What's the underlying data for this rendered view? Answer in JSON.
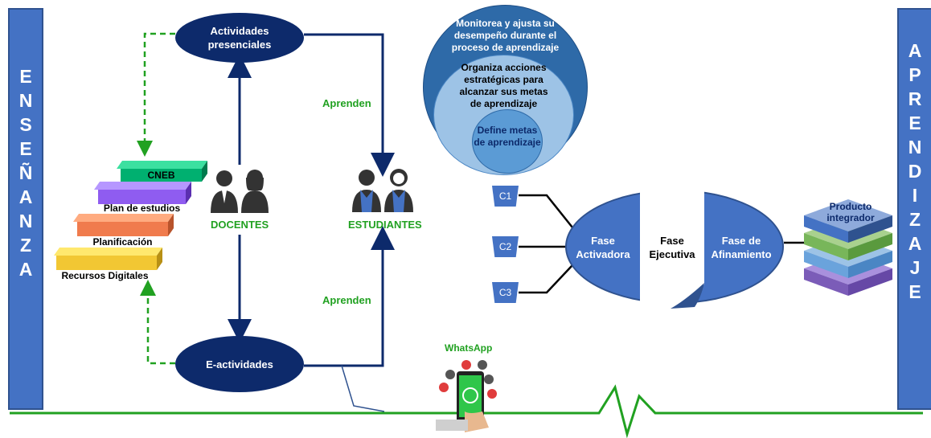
{
  "left_bar": {
    "letters": [
      "E",
      "N",
      "S",
      "E",
      "Ñ",
      "A",
      "N",
      "Z",
      "A"
    ]
  },
  "right_bar": {
    "letters": [
      "A",
      "P",
      "R",
      "E",
      "N",
      "D",
      "I",
      "Z",
      "A",
      "J",
      "E"
    ]
  },
  "nodes": {
    "actividades_presenciales": "Actividades presenciales",
    "e_actividades": "E-actividades",
    "docentes": "DOCENTES",
    "estudiantes": "ESTUDIANTES",
    "aprenden_top": "Aprenden",
    "aprenden_bottom": "Aprenden",
    "whatsapp": "WhatsApp"
  },
  "steps": [
    "CNEB",
    "Plan de estudios",
    "Planificación",
    "Recursos Digitales"
  ],
  "nested_circles": {
    "outer": "Monitorea y ajusta su desempeño durante el proceso de aprendizaje",
    "middle": "Organiza acciones estratégicas para alcanzar sus metas de aprendizaje",
    "inner": "Define metas de aprendizaje"
  },
  "competencias": [
    "C1",
    "C2",
    "C3"
  ],
  "fases": {
    "activadora": "Fase Activadora",
    "ejecutiva": "Fase Ejecutiva",
    "afinamiento": "Fase de Afinamiento"
  },
  "producto": "Producto integrador",
  "colors": {
    "primary_blue": "#4472c4",
    "navy": "#0d2a6b",
    "green": "#21a121"
  }
}
